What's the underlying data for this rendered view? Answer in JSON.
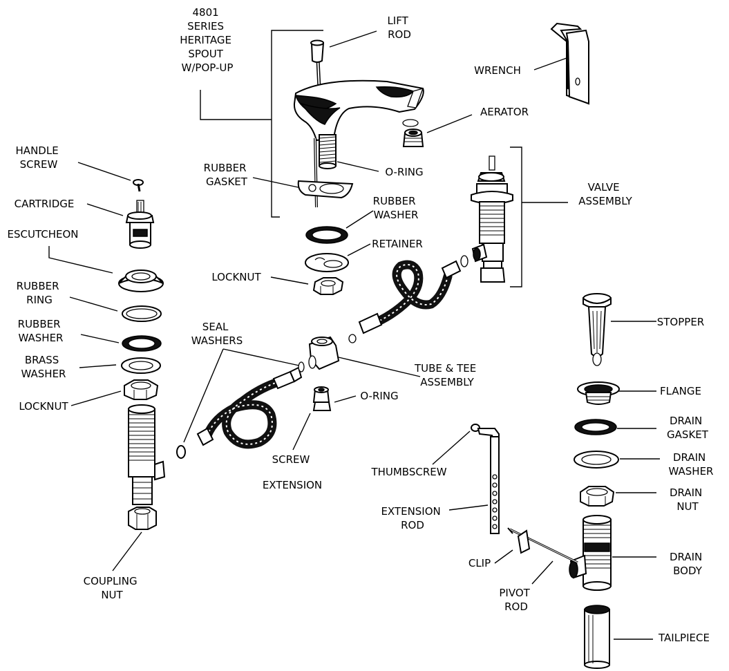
{
  "labels": {
    "series_title": [
      "4801",
      "SERIES",
      "HERITAGE",
      "SPOUT",
      "W/POP-UP"
    ],
    "lift_rod": [
      "LIFT",
      "ROD"
    ],
    "wrench": [
      "WRENCH"
    ],
    "aerator": [
      "AERATOR"
    ],
    "o_ring_spout": [
      "O-RING"
    ],
    "rubber_gasket": [
      "RUBBER",
      "GASKET"
    ],
    "valve_assembly": [
      "VALVE",
      "ASSEMBLY"
    ],
    "rubber_washer_center": [
      "RUBBER",
      "WASHER"
    ],
    "retainer": [
      "RETAINER"
    ],
    "locknut_center": [
      "LOCKNUT"
    ],
    "handle_screw": [
      "HANDLE",
      "SCREW"
    ],
    "cartridge": [
      "CARTRIDGE"
    ],
    "escutcheon": [
      "ESCUTCHEON"
    ],
    "rubber_ring": [
      "RUBBER",
      "RING"
    ],
    "rubber_washer_left": [
      "RUBBER",
      "WASHER"
    ],
    "brass_washer": [
      "BRASS",
      "WASHER"
    ],
    "locknut_left": [
      "LOCKNUT"
    ],
    "seal_washers": [
      "SEAL",
      "WASHERS"
    ],
    "tube_tee": [
      "TUBE & TEE",
      "ASSEMBLY"
    ],
    "o_ring_screw": [
      "O-RING"
    ],
    "screw": [
      "SCREW"
    ],
    "extension": [
      "EXTENSION"
    ],
    "coupling_nut": [
      "COUPLING",
      "NUT"
    ],
    "stopper": [
      "STOPPER"
    ],
    "flange": [
      "FLANGE"
    ],
    "drain_gasket": [
      "DRAIN",
      "GASKET"
    ],
    "drain_washer": [
      "DRAIN",
      "WASHER"
    ],
    "drain_nut": [
      "DRAIN",
      "NUT"
    ],
    "drain_body": [
      "DRAIN",
      "BODY"
    ],
    "thumbscrew": [
      "THUMBSCREW"
    ],
    "extension_rod": [
      "EXTENSION",
      "ROD"
    ],
    "clip": [
      "CLIP"
    ],
    "pivot_rod": [
      "PIVOT",
      "ROD"
    ],
    "tailpiece": [
      "TAILPIECE"
    ]
  }
}
